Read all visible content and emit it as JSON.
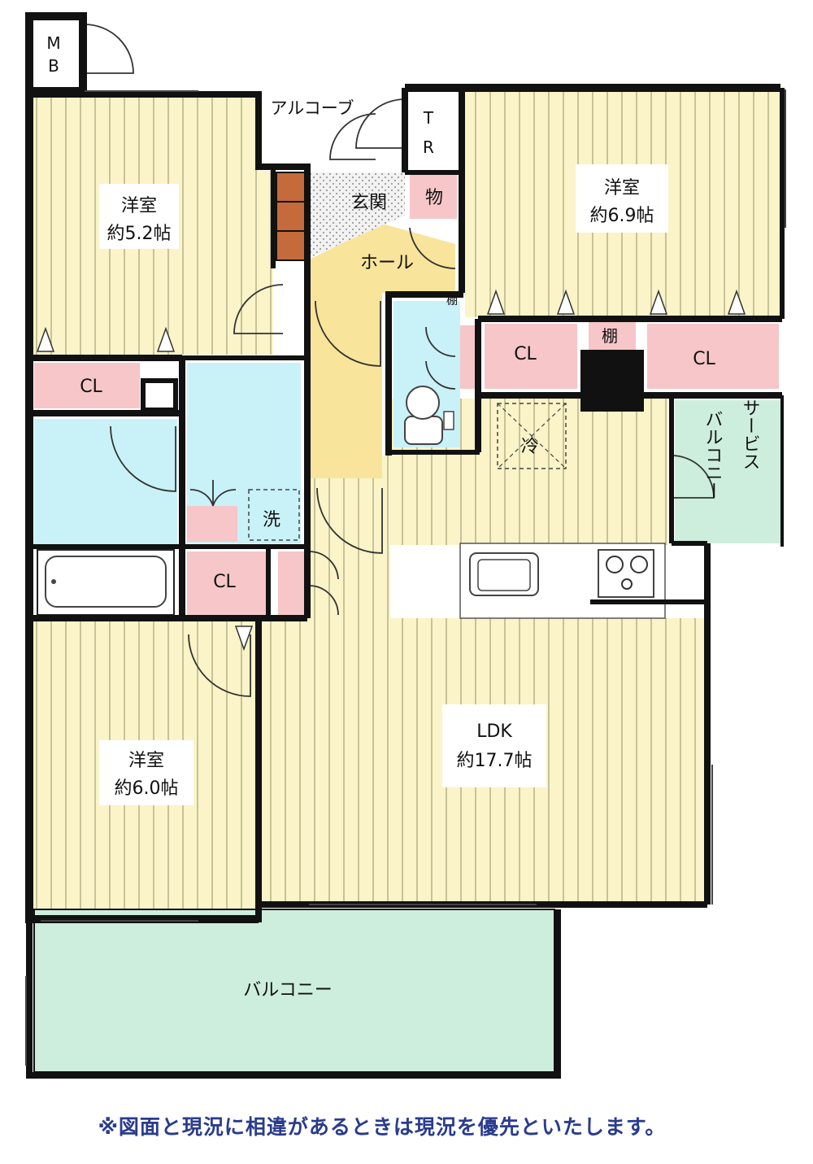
{
  "labels": {
    "mb_m": "M",
    "mb_b": "B",
    "alcove": "アルコーブ",
    "tr_t": "T",
    "tr_r": "R",
    "genkan": "玄関",
    "mono": "物",
    "hall": "ホール",
    "room1_name": "洋室",
    "room1_size": "約5.2帖",
    "room2_name": "洋室",
    "room2_size": "約6.9帖",
    "room3_name": "洋室",
    "room3_size": "約6.0帖",
    "cl": "CL",
    "tana": "棚",
    "tana_small": "棚",
    "rei": "冷",
    "sen": "洗",
    "service_balcony_1": "サービス",
    "service_balcony_2": "バルコニー",
    "ldk_name": "LDK",
    "ldk_size": "約17.7帖",
    "balcony": "バルコニー"
  },
  "notice": "※図面と現況に相違があるときは現況を優先といたします。",
  "colors": {
    "room_floor": "#faf4c8",
    "floor_stripe": "#a8a27a",
    "closet": "#f6c6c8",
    "water_area": "#c9f1f8",
    "hall": "#f9e49b",
    "balcony": "#cdeedd",
    "entrance_tile": "#e8e8e8",
    "shoe_box": "#c46a3b",
    "wall": "#111111",
    "notice_text": "#2a3b8f"
  }
}
